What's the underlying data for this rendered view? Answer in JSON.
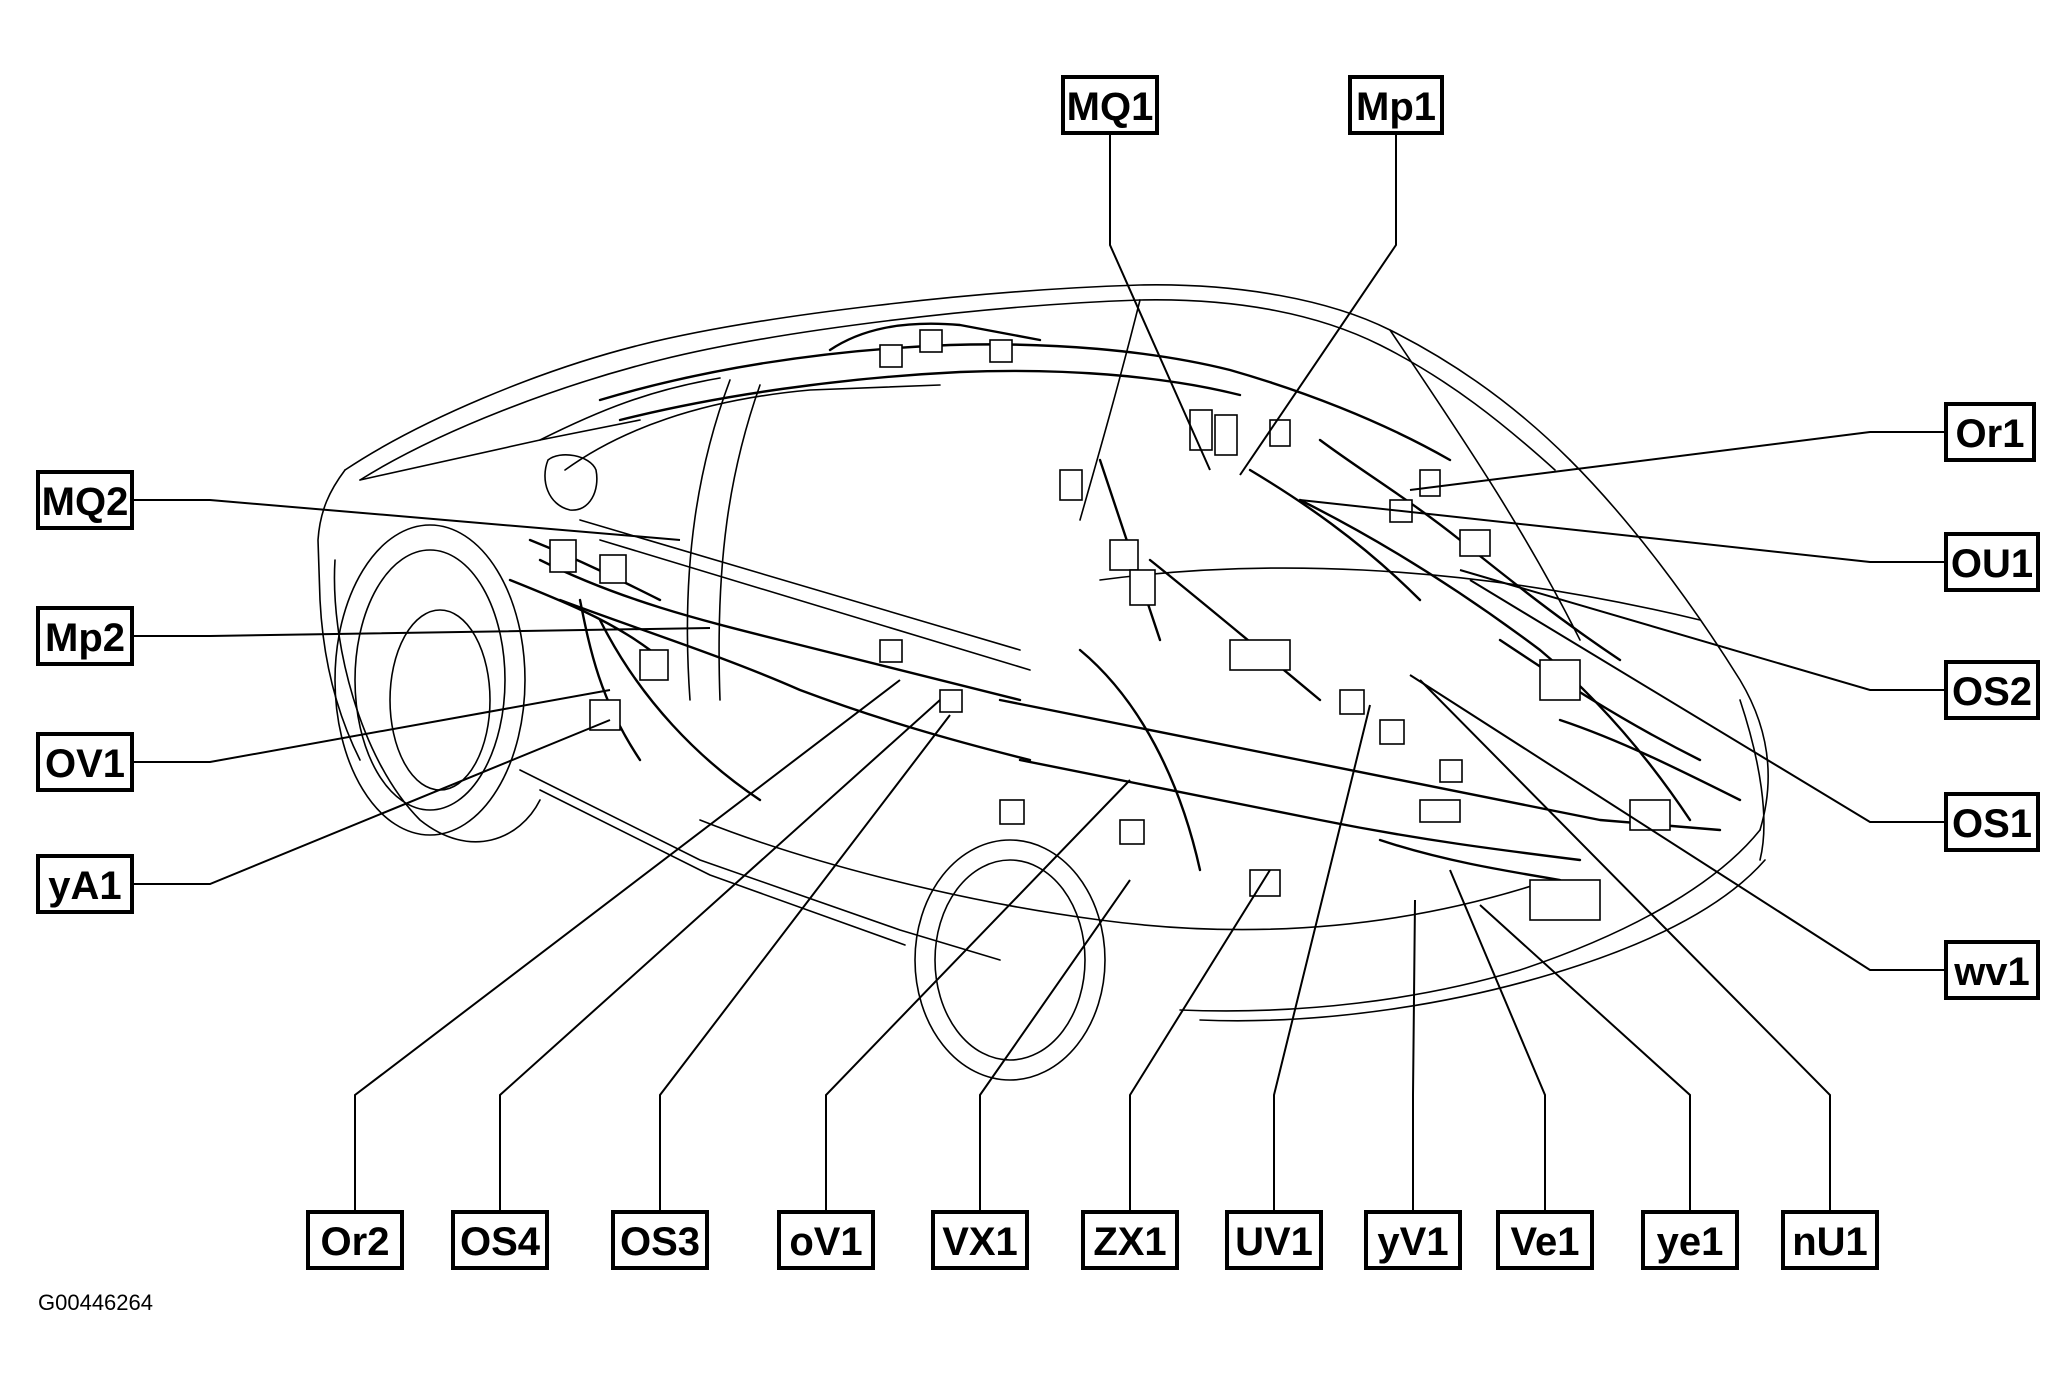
{
  "figure_id": "G00446264",
  "labels": [
    {
      "id": "MQ1",
      "text": "MQ1"
    },
    {
      "id": "Mp1",
      "text": "Mp1"
    },
    {
      "id": "Or1",
      "text": "Or1"
    },
    {
      "id": "OU1",
      "text": "OU1"
    },
    {
      "id": "OS2",
      "text": "OS2"
    },
    {
      "id": "OS1",
      "text": "OS1"
    },
    {
      "id": "wv1",
      "text": "wv1"
    },
    {
      "id": "MQ2",
      "text": "MQ2"
    },
    {
      "id": "Mp2",
      "text": "Mp2"
    },
    {
      "id": "OV1",
      "text": "OV1"
    },
    {
      "id": "yA1",
      "text": "yA1"
    },
    {
      "id": "Or2",
      "text": "Or2"
    },
    {
      "id": "OS4",
      "text": "OS4"
    },
    {
      "id": "OS3",
      "text": "OS3"
    },
    {
      "id": "oV1",
      "text": "oV1"
    },
    {
      "id": "VX1",
      "text": "VX1"
    },
    {
      "id": "ZX1",
      "text": "ZX1"
    },
    {
      "id": "UV1",
      "text": "UV1"
    },
    {
      "id": "yV1",
      "text": "yV1"
    },
    {
      "id": "Ve1",
      "text": "Ve1"
    },
    {
      "id": "ye1",
      "text": "ye1"
    },
    {
      "id": "nU1",
      "text": "nU1"
    }
  ]
}
